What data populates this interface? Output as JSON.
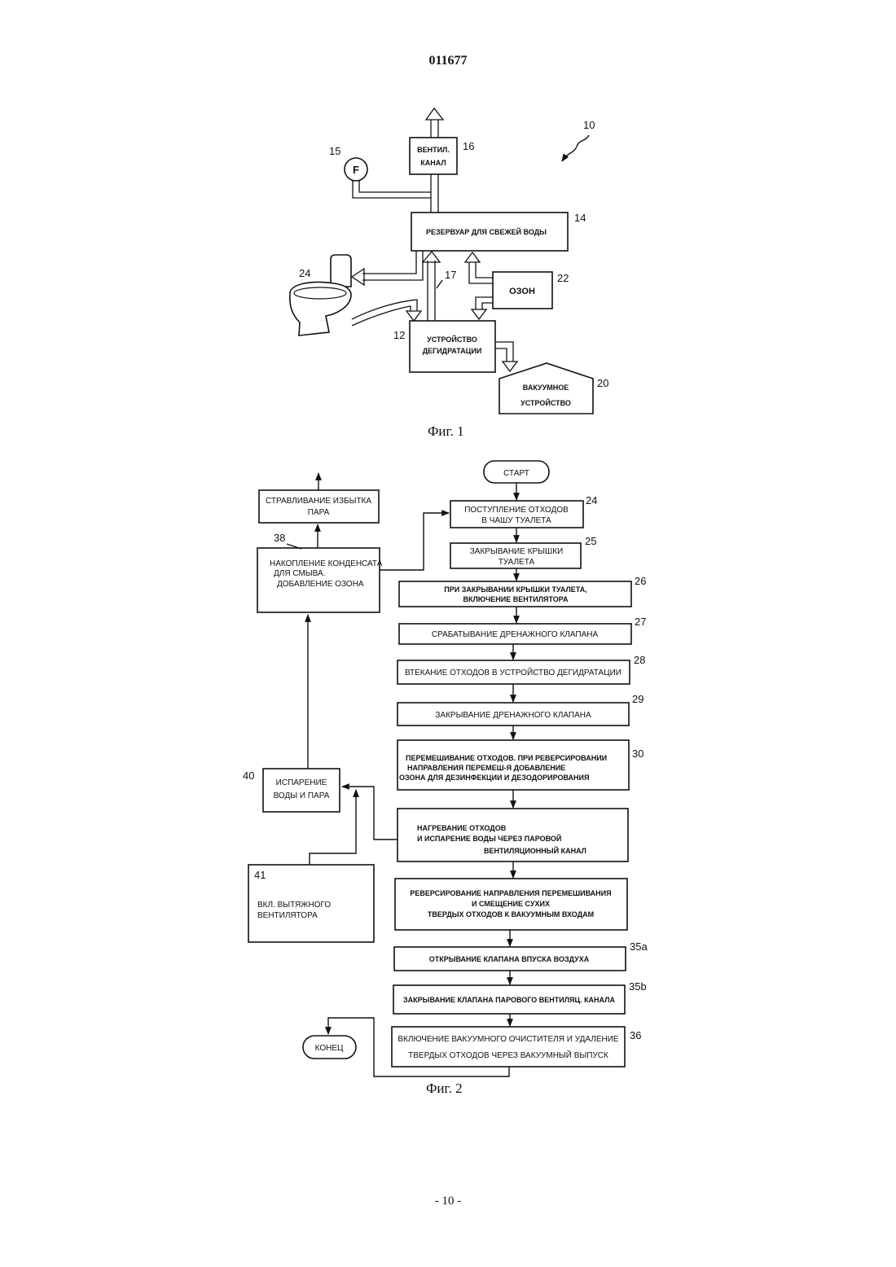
{
  "document": {
    "number": "011677",
    "page_number": "- 10 -"
  },
  "figure1": {
    "caption": "Фиг. 1",
    "system_ref": "10",
    "vent_channel": {
      "line1": "ВЕНТИЛ.",
      "line2": "КАНАЛ",
      "ref": "16"
    },
    "fan": {
      "symbol": "F",
      "ref": "15"
    },
    "fresh_water_tank": {
      "label": "РЕЗЕРВУАР ДЛЯ СВЕЖЕЙ ВОДЫ",
      "ref": "14"
    },
    "ozone": {
      "label": "ОЗОН",
      "ref": "22"
    },
    "dehydration_unit": {
      "line1": "УСТРОЙСТВО",
      "line2": "ДЕГИДРАТАЦИИ",
      "ref": "12"
    },
    "vacuum_unit": {
      "line1": "ВАКУУМНОЕ",
      "line2": "УСТРОЙСТВО",
      "ref": "20"
    },
    "toilet": {
      "ref": "24"
    },
    "pipe_ref": "17"
  },
  "figure2": {
    "caption": "Фиг. 2",
    "start": "СТАРТ",
    "end": "КОНЕЦ",
    "steps": [
      {
        "ref": "24",
        "lines": [
          "ПОСТУПЛЕНИЕ ОТХОДОВ",
          "В ЧАШУ ТУАЛЕТА"
        ]
      },
      {
        "ref": "25",
        "lines": [
          "ЗАКРЫВАНИЕ КРЫШКИ",
          "ТУАЛЕТА"
        ]
      },
      {
        "ref": "26",
        "lines": [
          "ПРИ ЗАКРЫВАНИИ КРЫШКИ ТУАЛЕТА,",
          "ВКЛЮЧЕНИЕ ВЕНТИЛЯТОРА"
        ]
      },
      {
        "ref": "27",
        "lines": [
          "СРАБАТЫВАНИЕ ДРЕНАЖНОГО КЛАПАНА"
        ]
      },
      {
        "ref": "28",
        "lines": [
          "ВТЕКАНИЕ ОТХОДОВ В УСТРОЙСТВО ДЕГИДРАТАЦИИ"
        ]
      },
      {
        "ref": "29",
        "lines": [
          "ЗАКРЫВАНИЕ ДРЕНАЖНОГО КЛАПАНА"
        ]
      },
      {
        "ref": "30",
        "lines": [
          "ПЕРЕМЕШИВАНИЕ ОТХОДОВ. ПРИ РЕВЕРСИРОВАНИИ",
          "НАПРАВЛЕНИЯ ПЕРЕМЕШ-Я ДОБАВЛЕНИЕ",
          "ОЗОНА ДЛЯ ДЕЗИНФЕКЦИИ И ДЕЗОДОРИРОВАНИЯ"
        ]
      },
      {
        "ref": "",
        "lines": [
          "НАГРЕВАНИЕ ОТХОДОВ",
          "И ИСПАРЕНИЕ ВОДЫ ЧЕРЕЗ ПАРОВОЙ",
          "ВЕНТИЛЯЦИОННЫЙ КАНАЛ"
        ]
      },
      {
        "ref": "",
        "lines": [
          "РЕВЕРСИРОВАНИЕ НАПРАВЛЕНИЯ ПЕРЕМЕШИВАНИЯ",
          "И СМЕЩЕНИЕ СУХИХ",
          "ТВЕРДЫХ ОТХОДОВ К ВАКУУМНЫМ ВХОДАМ"
        ]
      },
      {
        "ref": "35a",
        "lines": [
          "ОТКРЫВАНИЕ КЛАПАНА ВПУСКА ВОЗДУХА"
        ]
      },
      {
        "ref": "35b",
        "lines": [
          "ЗАКРЫВАНИЕ КЛАПАНА ПАРОВОГО ВЕНТИЛЯЦ. КАНАЛА"
        ]
      },
      {
        "ref": "36",
        "lines": [
          "ВКЛЮЧЕНИЕ ВАКУУМНОГО ОЧИСТИТЕЛЯ И УДАЛЕНИЕ",
          "ТВЕРДЫХ ОТХОДОВ ЧЕРЕЗ ВАКУУМНЫЙ ВЫПУСК"
        ]
      }
    ],
    "side_boxes": {
      "steam_release": {
        "lines": [
          "СТРАВЛИВАНИЕ ИЗБЫТКА",
          "ПАРА"
        ]
      },
      "condensate": {
        "ref": "38",
        "lines": [
          "НАКОПЛЕНИЕ КОНДЕНСАТА",
          "ДЛЯ СМЫВА.",
          "ДОБАВЛЕНИЕ ОЗОНА"
        ]
      },
      "evaporation": {
        "ref": "40",
        "lines": [
          "ИСПАРЕНИЕ",
          "ВОДЫ И ПАРА"
        ]
      },
      "exhaust_fan": {
        "ref": "41",
        "lines": [
          "ВКЛ. ВЫТЯЖНОГО",
          "ВЕНТИЛЯТОРА"
        ]
      }
    }
  }
}
